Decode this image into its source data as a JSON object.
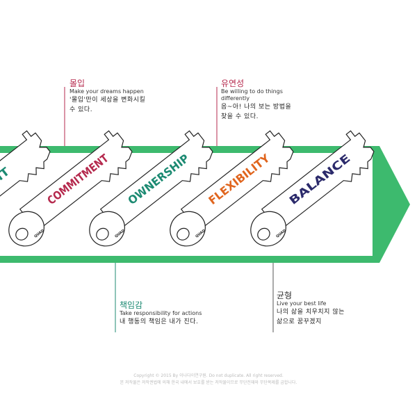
{
  "keys": [
    {
      "label": "IS IT",
      "color": "#1c8a72"
    },
    {
      "label": "COMMITMENT",
      "color": "#b5294d"
    },
    {
      "label": "OWNERSHIP",
      "color": "#1c8a72"
    },
    {
      "label": "FLEXIBILITY",
      "color": "#e0651e"
    },
    {
      "label": "BALANCE",
      "color": "#2b2a6b"
    }
  ],
  "key_logo": "QUAD",
  "callouts": {
    "c1": {
      "title": "몰입",
      "en": "Make your dreams happen",
      "hand1": "'몰입'만이 세상을 변화시킬",
      "hand2": "수 있다."
    },
    "c2": {
      "title": "유연성",
      "en1": "Be willing to do things",
      "en2": "differently",
      "hand1": "음~아! 나의 보는 방법을",
      "hand2": "찾을 수 있다."
    },
    "c3": {
      "title": "책임감",
      "en": "Take responsibility for actions",
      "hand1": "내 행동의 책임은 내가 진다."
    },
    "c4": {
      "title": "균형",
      "en": "Live your best life",
      "hand1": "나의 삶을 치우치지 않는",
      "hand2": "삶으로 꿈꾸겠지"
    }
  },
  "footer": {
    "line1": "Copyright © 2015 By 이나다이연구원. Do not duplicate. All right reserved.",
    "line2": "본 저작물은 저작권법에 의해 한국 내에서 보호를 받는 저작물이므로 무단전재와 무단복제를 금합니다."
  },
  "colors": {
    "green": "#3dba6e",
    "green_dark": "#2e9c59"
  }
}
